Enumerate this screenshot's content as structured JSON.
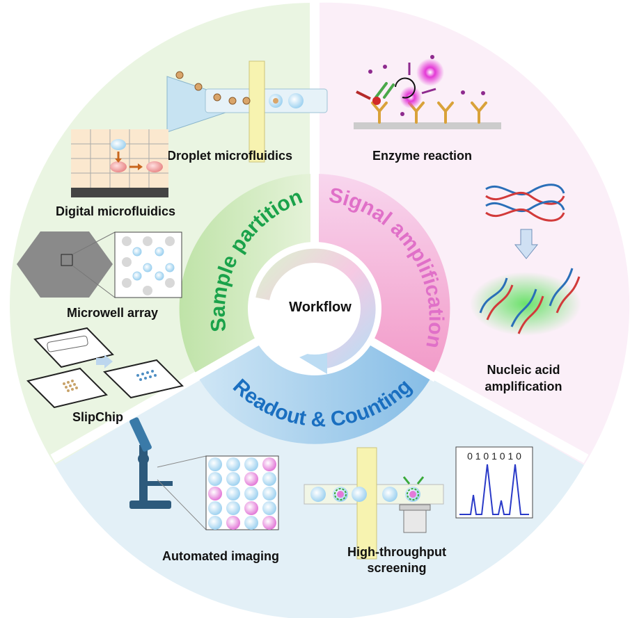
{
  "center": {
    "label": "Workflow"
  },
  "sections": {
    "partition": {
      "title": "Sample partition",
      "color": "#1aa24a",
      "items": {
        "droplet": "Droplet microfluidics",
        "digital": "Digital microfluidics",
        "microwell": "Microwell array",
        "slipchip": "SlipChip"
      }
    },
    "amplification": {
      "title": "Signal amplification",
      "color": "#e070c8",
      "items": {
        "enzyme": "Enzyme reaction",
        "nucleic_line1": "Nucleic acid",
        "nucleic_line2": "amplification"
      }
    },
    "readout": {
      "title": "Readout & Counting",
      "color": "#1a6fc0",
      "items": {
        "imaging": "Automated imaging",
        "screening_line1": "High-throughput",
        "screening_line2": "screening",
        "binary": "0 1 0 1 0 1 0"
      }
    }
  },
  "colors": {
    "green_bg": "#eaf5e2",
    "pink_bg": "#fbeff8",
    "blue_bg": "#e3f0f7"
  }
}
